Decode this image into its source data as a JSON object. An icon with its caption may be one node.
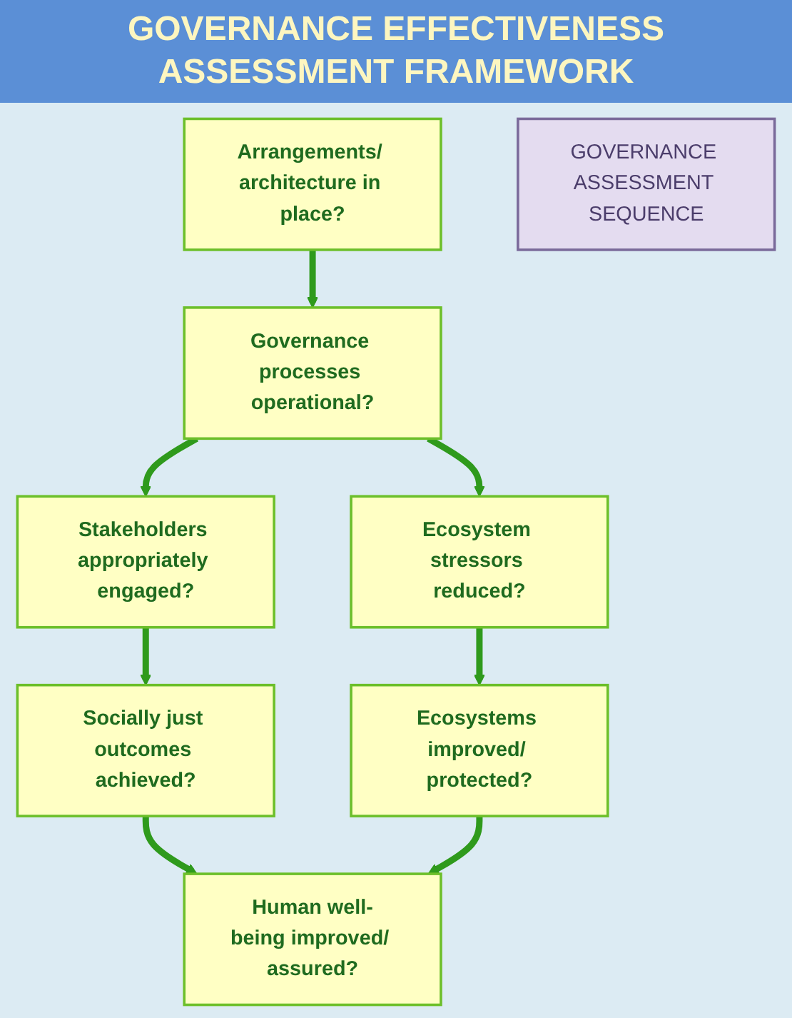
{
  "diagram": {
    "title": "GOVERNANCE EFFECTIVENESS ASSESSMENT FRAMEWORK",
    "nodes": [
      {
        "text": [
          "Arrangements/ architecture in place?"
        ]
      },
      {
        "text": [
          "Governance processes operational?"
        ]
      },
      {
        "text": [
          "Stakeholders appropriately engaged?"
        ]
      },
      {
        "text": [
          "Ecosystem stressors reduced?"
        ]
      },
      {
        "text": [
          "Socially just outcomes achieved?"
        ]
      },
      {
        "text": [
          "Ecosystems improved/ protected?"
        ]
      },
      {
        "text": [
          "Human well-being improved/ assured?"
        ]
      },
      {
        "text": [
          "GOVERNANCE ASSESSMENT SEQUENCE"
        ]
      }
    ],
    "edges": [
      {
        "from": 0,
        "to": 1,
        "arrow": "to"
      },
      {
        "from": 1,
        "to": 2,
        "arrow": "to"
      },
      {
        "from": 1,
        "to": 3,
        "arrow": "to"
      },
      {
        "from": 2,
        "to": 4,
        "arrow": "to"
      },
      {
        "from": 3,
        "to": 5,
        "arrow": "to"
      },
      {
        "from": 4,
        "to": 6,
        "arrow": "to"
      },
      {
        "from": 5,
        "to": 6,
        "arrow": "to"
      }
    ]
  }
}
